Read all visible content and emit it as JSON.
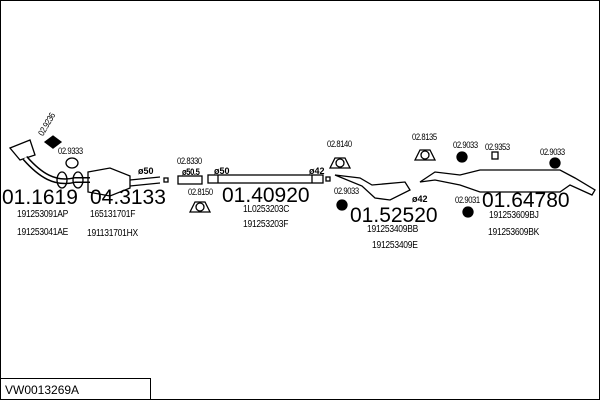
{
  "drawing_ref": "VW0013269A",
  "groups": {
    "front": {
      "part": "01.1619",
      "codes": [
        "191253091AP",
        "191253041AE"
      ]
    },
    "cat": {
      "part": "04.3133",
      "codes": [
        "165131701F",
        "191131701HX"
      ]
    },
    "middle": {
      "part": "01.40920",
      "codes": [
        "1L0253203C",
        "191253203F"
      ]
    },
    "center_box": {
      "part": "01.52520",
      "codes": [
        "191253409BB",
        "191253409E"
      ]
    },
    "rear_box": {
      "part": "01.64780",
      "codes": [
        "191253609BJ",
        "191253609BK"
      ]
    }
  },
  "accessories": {
    "a1": "02.9236",
    "a2": "02.9333",
    "a3": "02.8330",
    "a4": "02.8150",
    "a5": "02.8140",
    "a6": "02.9033",
    "a7": "02.8135",
    "a8": "02.9033",
    "a9": "02.9353",
    "a10": "02.9033",
    "a11": "02.9031"
  },
  "diameters": {
    "d1": "ø50",
    "d2": "ø50.5",
    "d3": "ø50",
    "d4": "ø42",
    "d5": "ø42"
  }
}
